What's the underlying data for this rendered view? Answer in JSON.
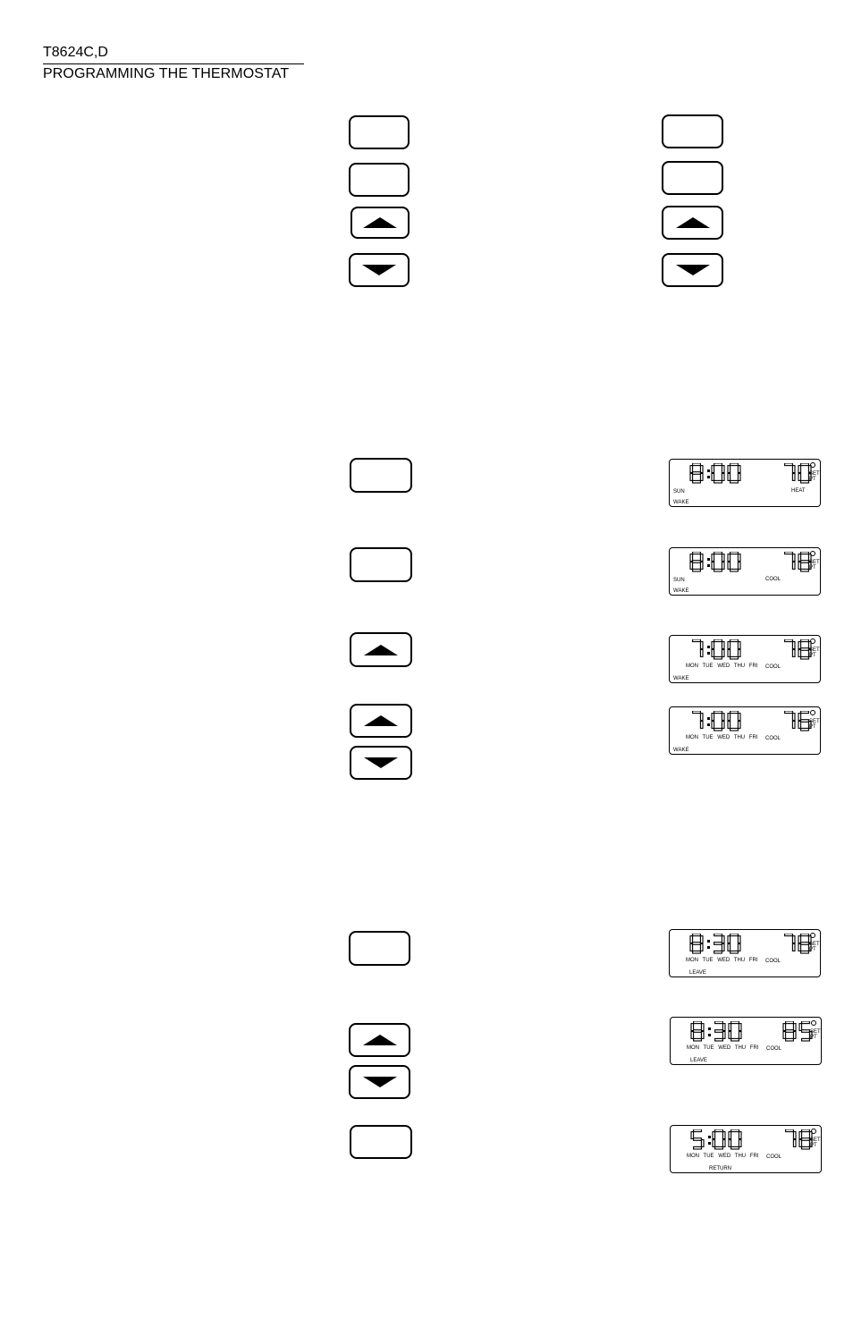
{
  "header": {
    "model": "T8624C,D",
    "title": "PROGRAMMING THE THERMOSTAT"
  },
  "set_pt_label": "SET PT",
  "displays": [
    {
      "time": "8:00",
      "temp": "70",
      "day": "SUN",
      "mode": "HEAT",
      "period": "WAKE"
    },
    {
      "time": "8:00",
      "temp": "78",
      "day": "SUN",
      "mode": "COOL",
      "period": "WAKE"
    },
    {
      "time": "7:00",
      "temp": "78",
      "day": "MON TUE WED THU FRI",
      "mode": "COOL",
      "period": "WAKE"
    },
    {
      "time": "7:00",
      "temp": "76",
      "day": "MON TUE WED THU FRI",
      "mode": "COOL",
      "period": "WAKE"
    },
    {
      "time": "8:30",
      "temp": "78",
      "day": "MON TUE WED THU FRI",
      "mode": "COOL",
      "period": "LEAVE"
    },
    {
      "time": "8:30",
      "temp": "85",
      "day": "MON TUE WED THU FRI",
      "mode": "COOL",
      "period": "LEAVE"
    },
    {
      "time": "5:00",
      "temp": "78",
      "day": "MON TUE WED THU FRI",
      "mode": "COOL",
      "period": "RETURN"
    }
  ],
  "icons": {
    "up": "up-arrow-icon",
    "down": "down-arrow-icon"
  }
}
